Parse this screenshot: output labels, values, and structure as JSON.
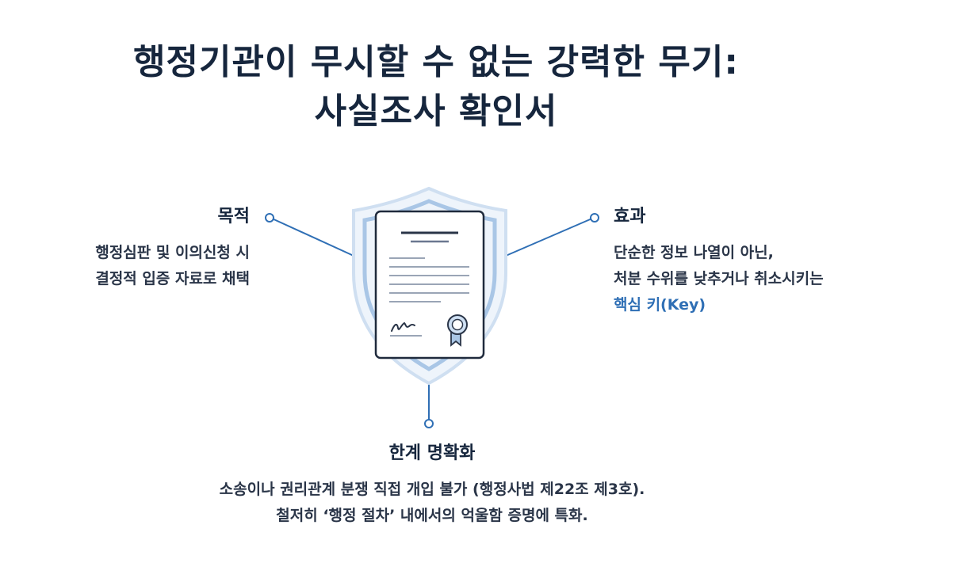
{
  "title": {
    "line1": "행정기관이 무시할 수 없는 강력한 무기:",
    "line2": "사실조사 확인서"
  },
  "purpose": {
    "heading": "목적",
    "lines": [
      "행정심판 및 이의신청 시",
      "결정적 입증 자료로 채택"
    ]
  },
  "effect": {
    "heading": "효과",
    "lines": [
      "단순한 정보 나열이 아닌,",
      "처분 수위를 낮추거나 취소시키는"
    ],
    "highlight": "핵심 키(Key)"
  },
  "limit": {
    "heading": "한계 명확화",
    "lines": [
      "소송이나 권리관계 분쟁 직접 개입 불가 (행정사법 제22조 제3호).",
      "철저히 ‘행정 절차’ 내에서의 억울함 증명에 특화."
    ]
  },
  "colors": {
    "title": "#16263d",
    "accent": "#2f6fb5",
    "shield_outer": "#dbe8f6",
    "shield_inner": "#a9c6e6",
    "connector": "#2f6fb5",
    "document_border": "#1f2a3c"
  },
  "icons": {
    "center": "shield-document-icon",
    "seal": "award-seal-icon",
    "signature": "signature-icon"
  }
}
